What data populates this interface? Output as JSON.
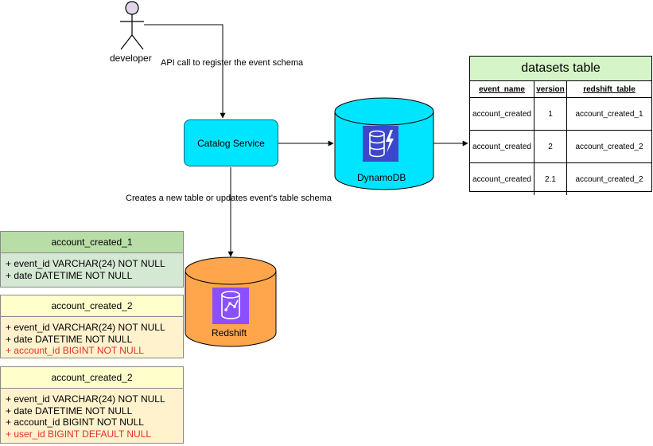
{
  "actor": {
    "label": "developer"
  },
  "edges": {
    "register": "API call to register the event schema",
    "creates": "Creates a new table or updates event's table schema"
  },
  "catalog": {
    "label": "Catalog Service"
  },
  "dynamodb": {
    "label": "DynamoDB",
    "color": "#00e5ff"
  },
  "redshift": {
    "label": "Redshift",
    "color": "#ffa64d"
  },
  "datasets": {
    "title": "datasets table",
    "headers": [
      "event_name",
      "version",
      "redshift_table"
    ],
    "rows": [
      [
        "account_created",
        "1",
        "account_created_1"
      ],
      [
        "account_created",
        "2",
        "account_created_2"
      ],
      [
        "account_created",
        "2.1",
        "account_created_2"
      ]
    ]
  },
  "entities": [
    {
      "title": "account_created_1",
      "fields": [
        "+ event_id VARCHAR(24) NOT NULL",
        "+ date DATETIME NOT NULL"
      ]
    },
    {
      "title": "account_created_2",
      "fields": [
        "+ event_id VARCHAR(24) NOT NULL",
        "+ date DATETIME NOT NULL"
      ],
      "added": [
        "+ account_id BIGINT NOT NULL"
      ]
    },
    {
      "title": "account_created_2",
      "fields": [
        "+ event_id VARCHAR(24) NOT NULL",
        "+ date DATETIME NOT NULL",
        "+ account_id BIGINT NOT NULL"
      ],
      "added": [
        "+ user_id BIGINT DEFAULT NULL"
      ]
    }
  ]
}
